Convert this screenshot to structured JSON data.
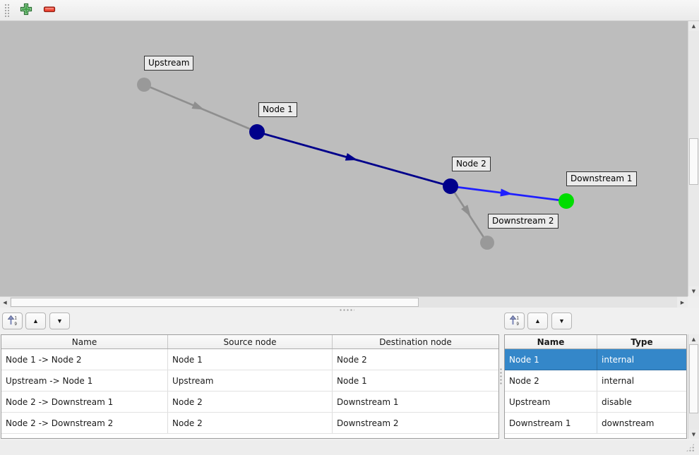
{
  "toolbar": {
    "add_icon": "plus-icon",
    "remove_icon": "minus-icon",
    "add_color": "#3fa047",
    "remove_color": "#ef4433"
  },
  "canvas": {
    "background": "#bdbdbd"
  },
  "graph": {
    "nodes": [
      {
        "label": "Upstream",
        "color": "#999999"
      },
      {
        "label": "Node 1",
        "color": "#00008b"
      },
      {
        "label": "Node 2",
        "color": "#00008b"
      },
      {
        "label": "Downstream 1",
        "color": "#00dd00"
      },
      {
        "label": "Downstream 2",
        "color": "#999999"
      }
    ],
    "edges": [
      {
        "name": "Upstream -> Node 1",
        "color": "#8f8f8f"
      },
      {
        "name": "Node 1 -> Node 2",
        "color": "#00008b"
      },
      {
        "name": "Node 2 -> Downstream 1",
        "color": "#1f1fff"
      },
      {
        "name": "Node 2 -> Downstream 2",
        "color": "#8f8f8f"
      }
    ]
  },
  "panel_toolbar": {
    "sort_icon": "sort-ascending-icon",
    "sort_digits_top": "1",
    "sort_digits_bottom": "9",
    "up_glyph": "▲",
    "down_glyph": "▼"
  },
  "scrollbar": {
    "up": "▲",
    "down": "▼",
    "left": "◀",
    "right": "▶"
  },
  "edge_table": {
    "headers": [
      "Name",
      "Source node",
      "Destination node"
    ],
    "rows": [
      [
        "Node 1 -> Node 2",
        "Node 1",
        "Node 2"
      ],
      [
        "Upstream -> Node 1",
        "Upstream",
        "Node 1"
      ],
      [
        "Node 2 -> Downstream 1",
        "Node 2",
        "Downstream 1"
      ],
      [
        "Node 2 -> Downstream 2",
        "Node 2",
        "Downstream 2"
      ]
    ]
  },
  "node_table": {
    "headers": [
      "Name",
      "Type"
    ],
    "rows": [
      {
        "name": "Node 1",
        "type": "internal",
        "selected": true
      },
      {
        "name": "Node 2",
        "type": "internal",
        "selected": false
      },
      {
        "name": "Upstream",
        "type": "disable",
        "selected": false
      },
      {
        "name": "Downstream 1",
        "type": "downstream",
        "selected": false
      }
    ],
    "selection_color": "#3487c9"
  }
}
